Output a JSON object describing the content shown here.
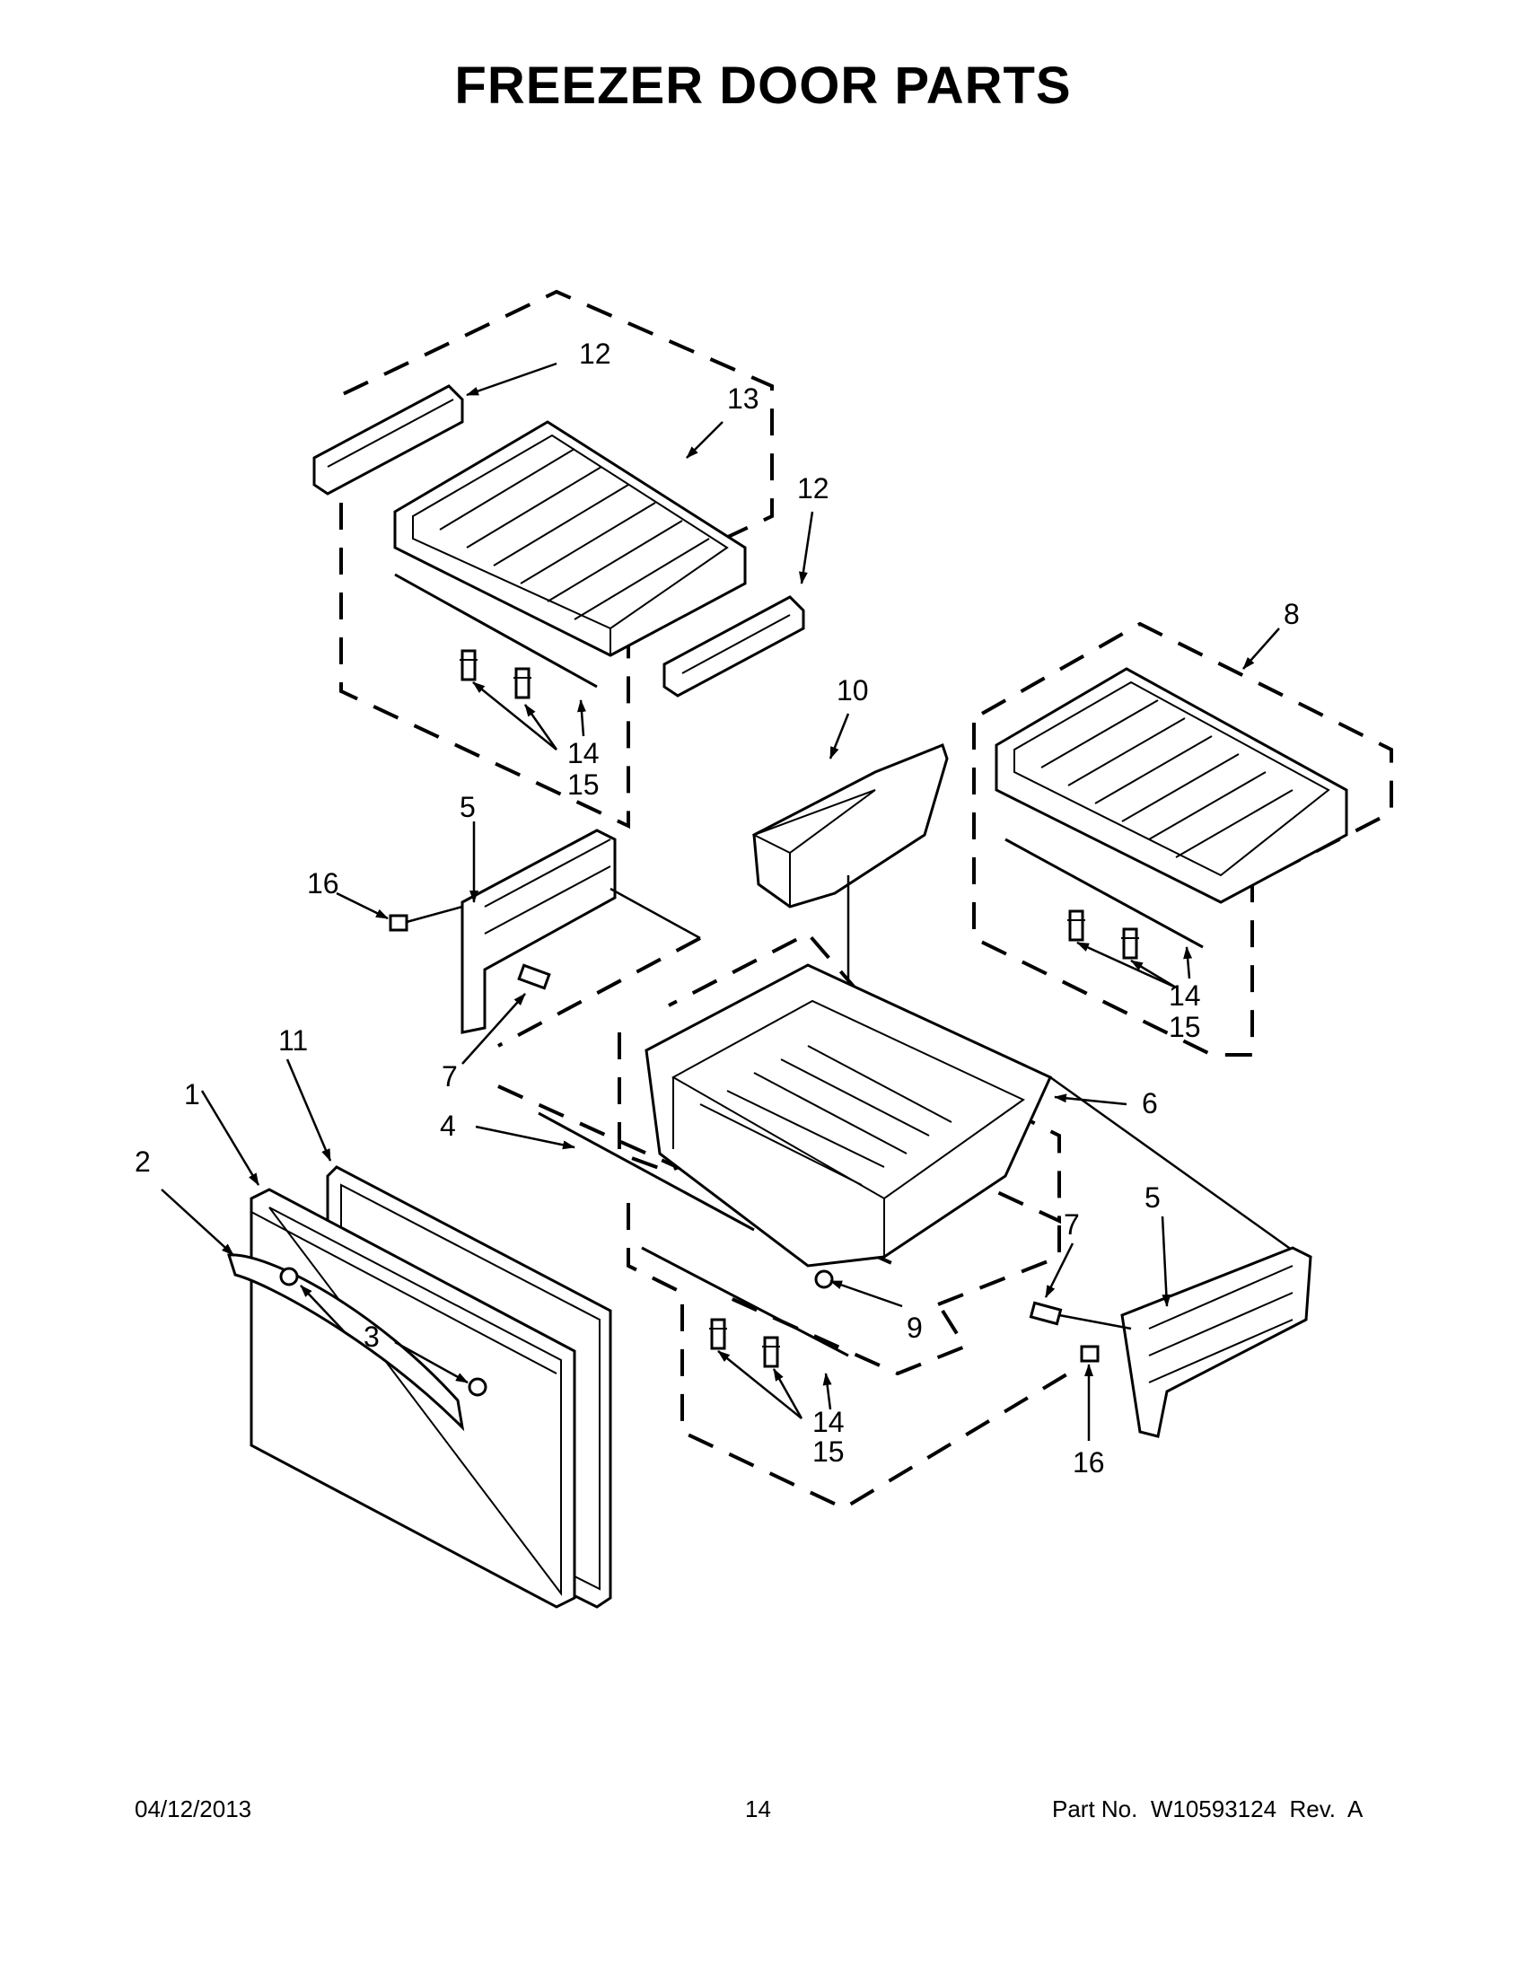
{
  "title": "FREEZER DOOR PARTS",
  "footer": {
    "date": "04/12/2013",
    "page": "14",
    "part_no": "Part No.  W10593124  Rev.  A"
  },
  "callouts": {
    "c1": "1",
    "c2": "2",
    "c3": "3",
    "c4": "4",
    "c5a": "5",
    "c5b": "5",
    "c6": "6",
    "c7a": "7",
    "c7b": "7",
    "c8": "8",
    "c9": "9",
    "c10": "10",
    "c11": "11",
    "c12a": "12",
    "c12b": "12",
    "c13": "13",
    "c14a": "14",
    "c14b": "14",
    "c14c": "14",
    "c15a": "15",
    "c15b": "15",
    "c15c": "15",
    "c16a": "16",
    "c16b": "16"
  }
}
